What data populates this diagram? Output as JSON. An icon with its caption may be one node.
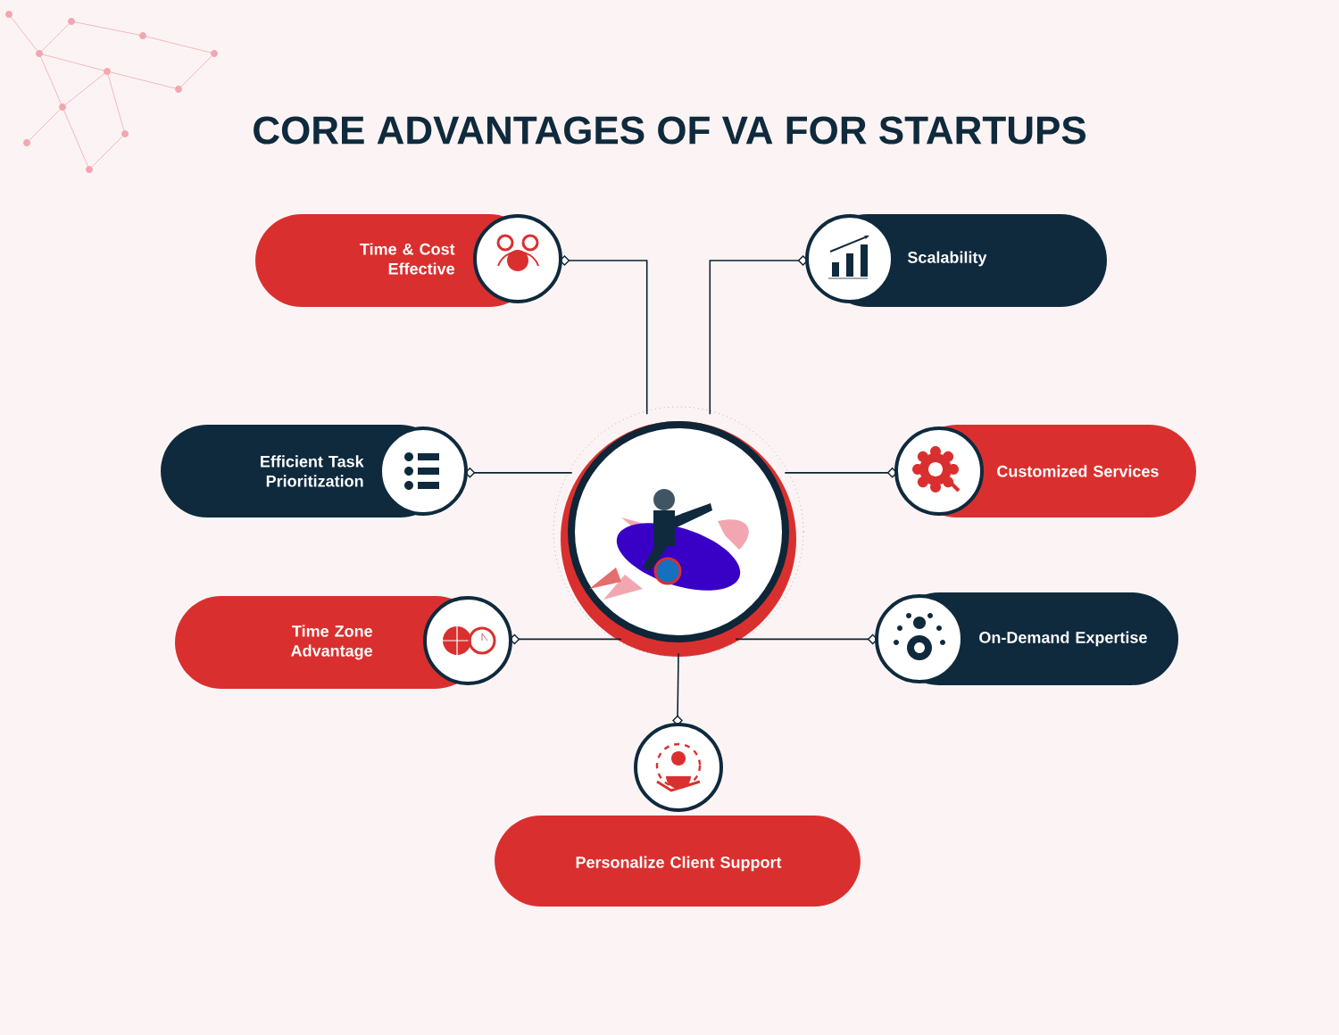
{
  "diagram": {
    "title": "CORE ADVANTAGES OF VA FOR STARTUPS",
    "nodes": [
      {
        "text": [],
        "shape": "picture"
      },
      {
        "text": [
          "Time & Cost Effective"
        ]
      },
      {
        "text": [
          "Scalability"
        ]
      },
      {
        "text": [
          "Efficient Task Prioritization"
        ]
      },
      {
        "text": [
          "Customized Services"
        ]
      },
      {
        "text": [
          "Time Zone Advantage"
        ]
      },
      {
        "text": [
          "On-Demand Expertise"
        ]
      },
      {
        "text": [
          "Personalize Client Support"
        ]
      }
    ],
    "edges": [
      {
        "from": 0,
        "to": 1,
        "arrow": "other"
      },
      {
        "from": 0,
        "to": 2,
        "arrow": "other"
      },
      {
        "from": 0,
        "to": 3,
        "arrow": "other"
      },
      {
        "from": 0,
        "to": 4,
        "arrow": "other"
      },
      {
        "from": 0,
        "to": 5,
        "arrow": "other"
      },
      {
        "from": 0,
        "to": 6,
        "arrow": "other"
      },
      {
        "from": 0,
        "to": 7,
        "arrow": "other"
      }
    ]
  }
}
